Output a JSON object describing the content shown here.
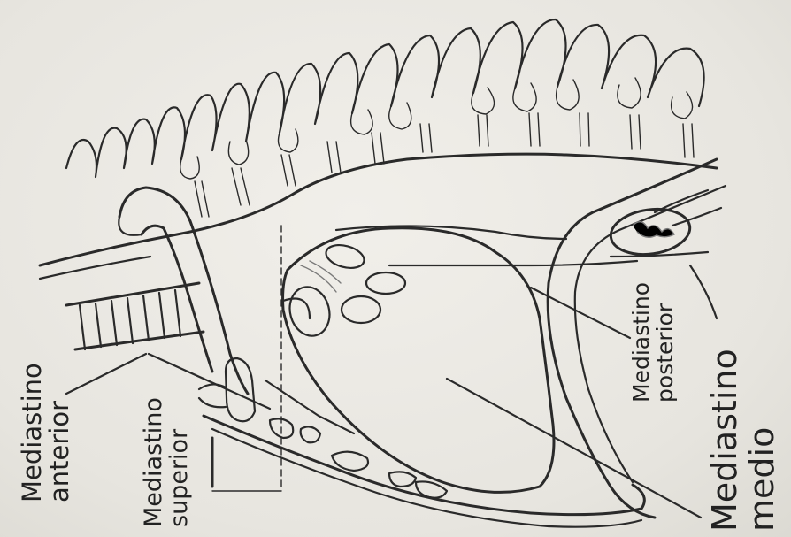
{
  "labels": {
    "mediastino_anterior": [
      "Mediastino",
      "anterior"
    ],
    "mediastino_superior": [
      "Mediastino",
      "superior"
    ],
    "mediastino_posterior": [
      "Mediastino",
      "posterior"
    ],
    "mediastino_medio": [
      "Mediastino",
      "medio"
    ]
  }
}
